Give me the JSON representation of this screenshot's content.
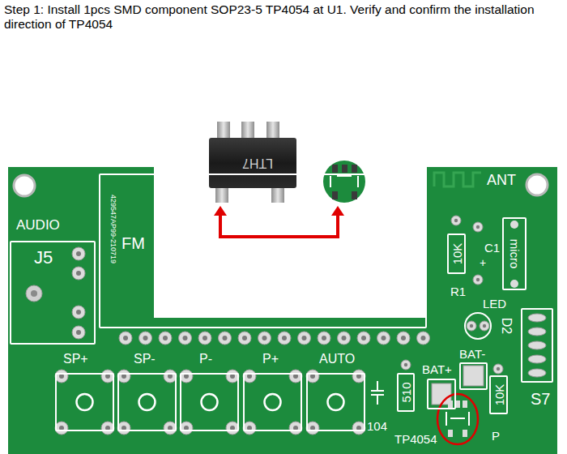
{
  "diagram": {
    "title": "Step 1: Install 1pcs SMD component SOP23-5 TP4054 at U1. Verify and confirm the installation direction of TP4054",
    "nodes": [
      {
        "text": [
          "AUDIO",
          "J5"
        ]
      },
      {
        "text": [
          "FM",
          "429547AP99-210719"
        ]
      },
      {
        "text": [
          "SP+"
        ]
      },
      {
        "text": [
          "SP-"
        ]
      },
      {
        "text": [
          "P-"
        ]
      },
      {
        "text": [
          "P+"
        ]
      },
      {
        "text": [
          "AUTO"
        ]
      },
      {
        "text": [
          "510"
        ]
      },
      {
        "text": [
          "BAT+"
        ]
      },
      {
        "text": [
          "BAT-"
        ]
      },
      {
        "text": [
          "10K"
        ]
      },
      {
        "text": [
          "10K",
          "R1"
        ]
      },
      {
        "text": [
          "micro"
        ]
      },
      {
        "text": [
          "S7"
        ]
      }
    ],
    "labels": [
      "LTH7",
      "ANT",
      "C1",
      "+",
      "LED",
      "D2",
      "104",
      "TP4054",
      "P"
    ]
  }
}
